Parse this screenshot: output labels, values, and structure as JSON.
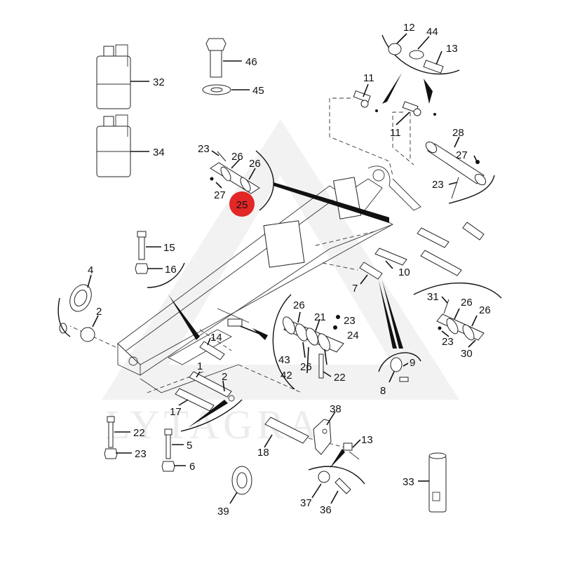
{
  "watermark": {
    "text": "LYTAGRA",
    "color": "#ebebeb"
  },
  "highlight": {
    "label": "25",
    "color": "#e32626"
  },
  "labels": {
    "l32": "32",
    "l34": "34",
    "l46": "46",
    "l45": "45",
    "l12": "12",
    "l44": "44",
    "l13a": "13",
    "l11a": "11",
    "l11b": "11",
    "l28": "28",
    "l27a": "27",
    "l23a": "23",
    "l23b": "23",
    "l26a": "26",
    "l26b": "26",
    "l27b": "27",
    "l15": "15",
    "l16": "16",
    "l4": "4",
    "l2a": "2",
    "l10": "10",
    "l7": "7",
    "l31": "31",
    "l26c": "26",
    "l26d": "26",
    "l23c": "23",
    "l30": "30",
    "l26e": "26",
    "l21": "21",
    "l23d": "23",
    "l24": "24",
    "l43": "43",
    "l42": "42",
    "l26f": "26",
    "l22a": "22",
    "l14": "14",
    "l1": "1",
    "l2b": "2",
    "l17": "17",
    "l9": "9",
    "l8": "8",
    "l22b": "22",
    "l23e": "23",
    "l5": "5",
    "l6": "6",
    "l18": "18",
    "l38": "38",
    "l13b": "13",
    "l39": "39",
    "l37": "37",
    "l36": "36",
    "l33": "33"
  }
}
